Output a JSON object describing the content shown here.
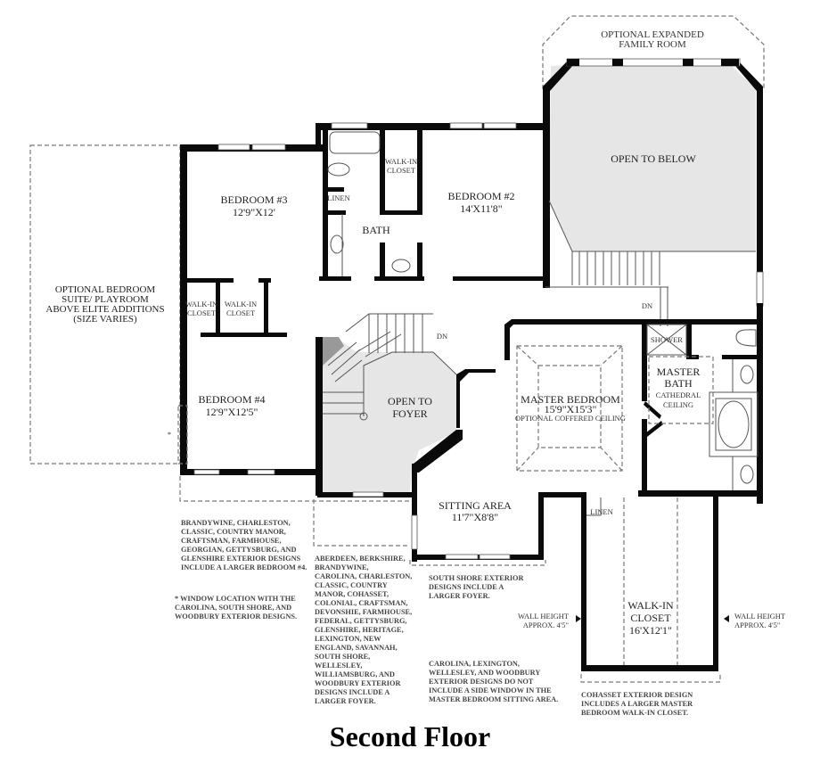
{
  "title": "Second Floor",
  "rooms": {
    "optional_family": [
      "OPTIONAL EXPANDED",
      "FAMILY ROOM"
    ],
    "open_below": "OPEN TO BELOW",
    "bedroom3": {
      "name": "BEDROOM #3",
      "size": "12'9\"X12'"
    },
    "bedroom2": {
      "name": "BEDROOM #2",
      "size": "14'X11'8\""
    },
    "walkin_closet_bed2": [
      "WALK-IN",
      "CLOSET"
    ],
    "linen_bath": "LINEN",
    "bath": "BATH",
    "optional_suite": [
      "OPTIONAL BEDROOM",
      "SUITE/ PLAYROOM",
      "ABOVE ELITE ADDITIONS",
      "(SIZE VARIES)"
    ],
    "walkin_closet_a": [
      "WALK-IN",
      "CLOSET"
    ],
    "walkin_closet_b": [
      "WALK-IN",
      "CLOSET"
    ],
    "bedroom4": {
      "name": "BEDROOM #4",
      "size": "12'9\"X12'5\""
    },
    "open_foyer": [
      "OPEN TO",
      "FOYER"
    ],
    "stair_dn_1": "DN",
    "stair_dn_2": "DN",
    "shower": "SHOWER",
    "master_bedroom": {
      "name": "MASTER BEDROOM",
      "size": "15'9\"X15'3\"",
      "note": "OPTIONAL COFFERED CEILING"
    },
    "master_bath": {
      "name1": "MASTER",
      "name2": "BATH",
      "note1": "CATHEDRAL",
      "note2": "CEILING"
    },
    "sitting_area": {
      "name": "SITTING AREA",
      "size": "11'7\"X8'8\""
    },
    "linen_master": "LINEN",
    "walkin_master": {
      "l1": "WALK-IN",
      "l2": "CLOSET",
      "size": "16'X12'1\""
    },
    "wall_height_left": [
      "WALL HEIGHT",
      "APPROX. 4'5\""
    ],
    "wall_height_right": [
      "WALL HEIGHT",
      "APPROX. 4'5\""
    ],
    "asterisk": "*"
  },
  "notes": {
    "bedroom4_larger": [
      "BRANDYWINE, CHARLESTON,",
      "CLASSIC, COUNTRY MANOR,",
      "CRAFTSMAN, FARMHOUSE,",
      "GEORGIAN, GETTYSBURG, AND",
      "GLENSHIRE EXTERIOR DESIGNS",
      "INCLUDE A LARGER BEDROOM #4."
    ],
    "window_location": [
      "* WINDOW LOCATION WITH THE",
      "CAROLINA, SOUTH SHORE, AND",
      "WOODBURY EXTERIOR DESIGNS."
    ],
    "larger_foyer": [
      "ABERDEEN, BERKSHIRE,",
      "BRANDYWINE,",
      "CAROLINA, CHARLESTON,",
      "CLASSIC, COUNTRY",
      "MANOR, COHASSET,",
      "COLONIAL, CRAFTSMAN,",
      "DEVONSHIE, FARMHOUSE,",
      "FEDERAL, GETTYSBURG,",
      "GLENSHIRE, HERITAGE,",
      "LEXINGTON, NEW",
      "ENGLAND, SAVANNAH,",
      "SOUTH SHORE,",
      "WELLESLEY,",
      "WILLIAMSBURG, AND",
      "WOODBURY EXTERIOR",
      "DESIGNS INCLUDE A",
      "LARGER FOYER."
    ],
    "south_shore": [
      "SOUTH SHORE  EXTERIOR",
      "DESIGNS INCLUDE A",
      "LARGER FOYER."
    ],
    "no_side_window": [
      "CAROLINA, LEXINGTON,",
      "WELLESLEY, AND WOODBURY",
      "EXTERIOR DESIGNS DO NOT",
      "INCLUDE A SIDE WINDOW IN THE",
      "MASTER BEDROOM SITTING AREA."
    ],
    "cohasset": [
      "COHASSET EXTERIOR DESIGN",
      "INCLUDES A LARGER MASTER",
      "BEDROOM WALK-IN CLOSET."
    ]
  },
  "colors": {
    "wall": "#0a0a0a",
    "open_area": "#e6e6e6",
    "dashed": "#777777"
  }
}
